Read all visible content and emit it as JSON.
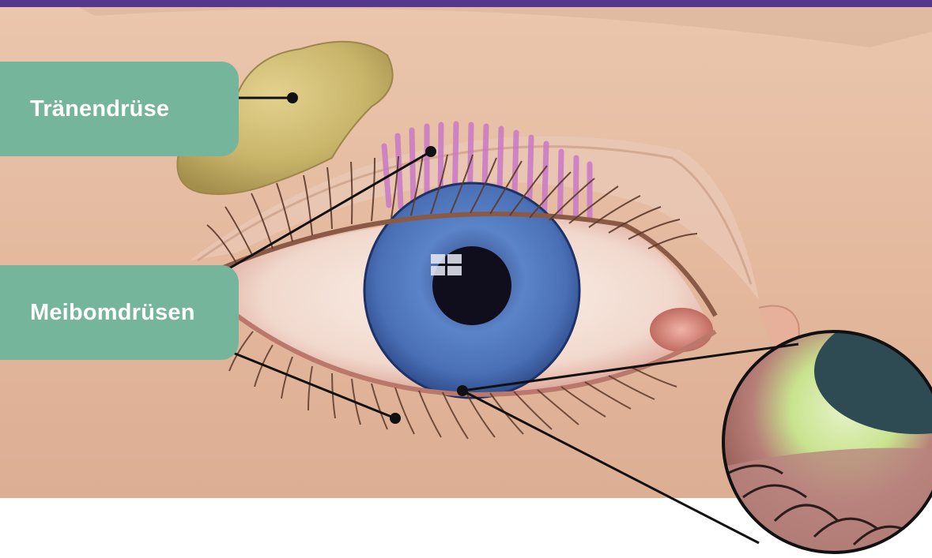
{
  "labels": {
    "lacrimal_gland": "Tränendrüse",
    "meibomian_glands": "Meibomdrüsen"
  },
  "colors": {
    "top_bar": "#55378e",
    "label_background": "#75b59b",
    "label_text": "#ffffff",
    "iris": "#4a6fb5",
    "gland_pink": "#c978c8",
    "lacrimal_gland_fill": "#c9b56a"
  },
  "icons": [
    "annotation-dot",
    "leader-line"
  ]
}
